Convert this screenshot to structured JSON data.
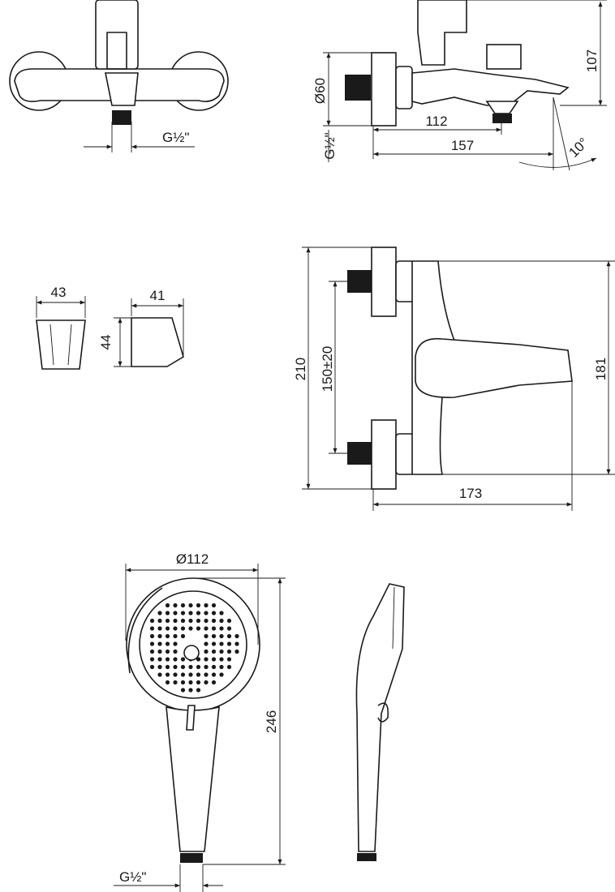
{
  "drawing": {
    "bath_mixer_front": {
      "thread_label": "G½\""
    },
    "bath_mixer_side": {
      "diameter_label": "Ø60",
      "thread_label": "G½\"",
      "depth_112": "112",
      "depth_157": "157",
      "height_107": "107",
      "angle_label": "10°"
    },
    "holder": {
      "width_front": "43",
      "width_side": "41",
      "height": "44"
    },
    "shower_mixer": {
      "height_210": "210",
      "spacing": "150±20",
      "height_181": "181",
      "depth_173": "173"
    },
    "hand_shower": {
      "diameter": "Ø112",
      "length": "246",
      "thread_label": "G½\""
    }
  }
}
